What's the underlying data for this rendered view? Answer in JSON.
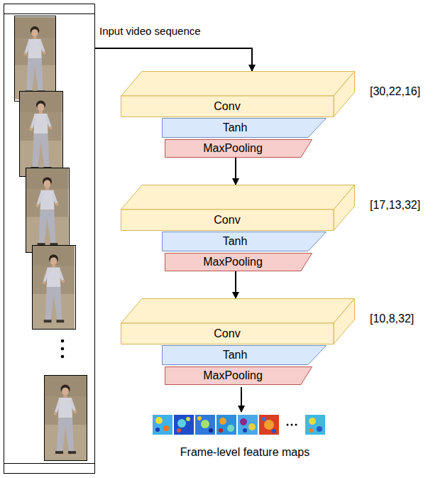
{
  "diagram": {
    "nodes": [
      {
        "text": [
          "Conv"
        ]
      },
      {
        "text": [
          "Tanh"
        ]
      },
      {
        "text": [
          "MaxPooling"
        ]
      },
      {
        "text": [
          "Conv"
        ]
      },
      {
        "text": [
          "Tanh"
        ]
      },
      {
        "text": [
          "MaxPooling"
        ]
      },
      {
        "text": [
          "Conv"
        ]
      },
      {
        "text": [
          "Tanh"
        ]
      },
      {
        "text": [
          "MaxPooling"
        ]
      }
    ],
    "edges": [
      {
        "from": 2,
        "to": 3,
        "arrow": "to"
      },
      {
        "from": 5,
        "to": 6,
        "arrow": "to"
      }
    ],
    "labels": [
      "Input video sequence",
      "[30,22,16]",
      "[17,13,32]",
      "[10,8,32]",
      "Frame-level feature maps"
    ]
  }
}
